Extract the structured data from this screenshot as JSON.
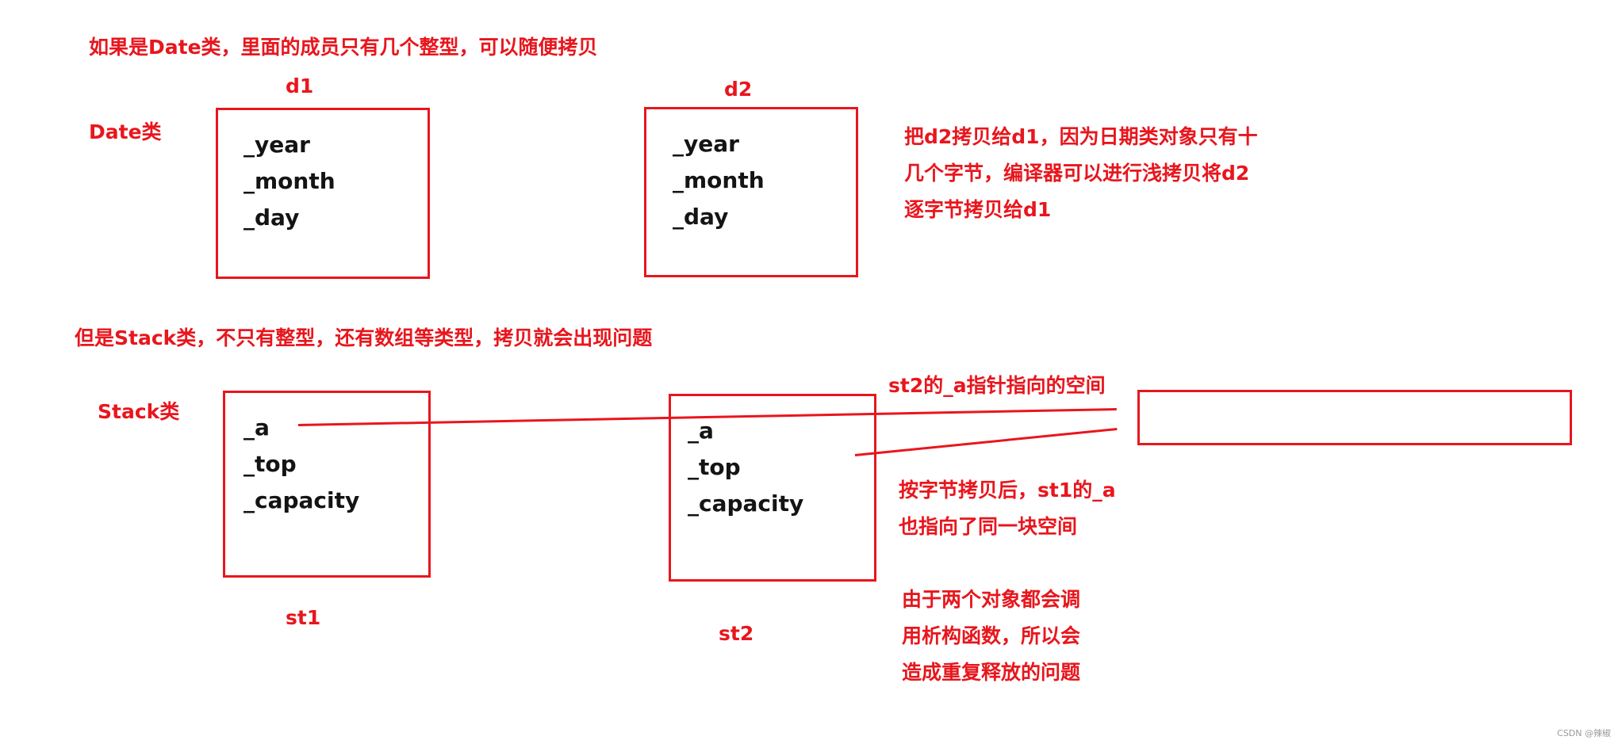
{
  "headings": {
    "date_intro": "如果是Date类，里面的成员只有几个整型，可以随便拷贝",
    "stack_intro": "但是Stack类，不只有整型，还有数组等类型，拷贝就会出现问题"
  },
  "date_section": {
    "side_label": "Date类",
    "d1": {
      "label": "d1",
      "members": [
        "_year",
        "_month",
        "_day"
      ]
    },
    "d2": {
      "label": "d2",
      "members": [
        "_year",
        "_month",
        "_day"
      ]
    },
    "note_lines": [
      "把d2拷贝给d1，因为日期类对象只有十",
      "几个字节，编译器可以进行浅拷贝将d2",
      "逐字节拷贝给d1"
    ]
  },
  "stack_section": {
    "side_label": "Stack类",
    "st1": {
      "label": "st1",
      "members": [
        "_a",
        "_top",
        "_capacity"
      ]
    },
    "st2": {
      "label": "st2",
      "members": [
        "_a",
        "_top",
        "_capacity"
      ]
    },
    "space_label": "st2的_a指针指向的空间",
    "note1_lines": [
      "按字节拷贝后，st1的_a",
      "也指向了同一块空间"
    ],
    "note2_lines": [
      "由于两个对象都会调",
      "用析构函数，所以会",
      "造成重复释放的问题"
    ]
  },
  "colors": {
    "accent": "#e8161d",
    "text": "#141414"
  },
  "watermark": "CSDN @辣椒"
}
